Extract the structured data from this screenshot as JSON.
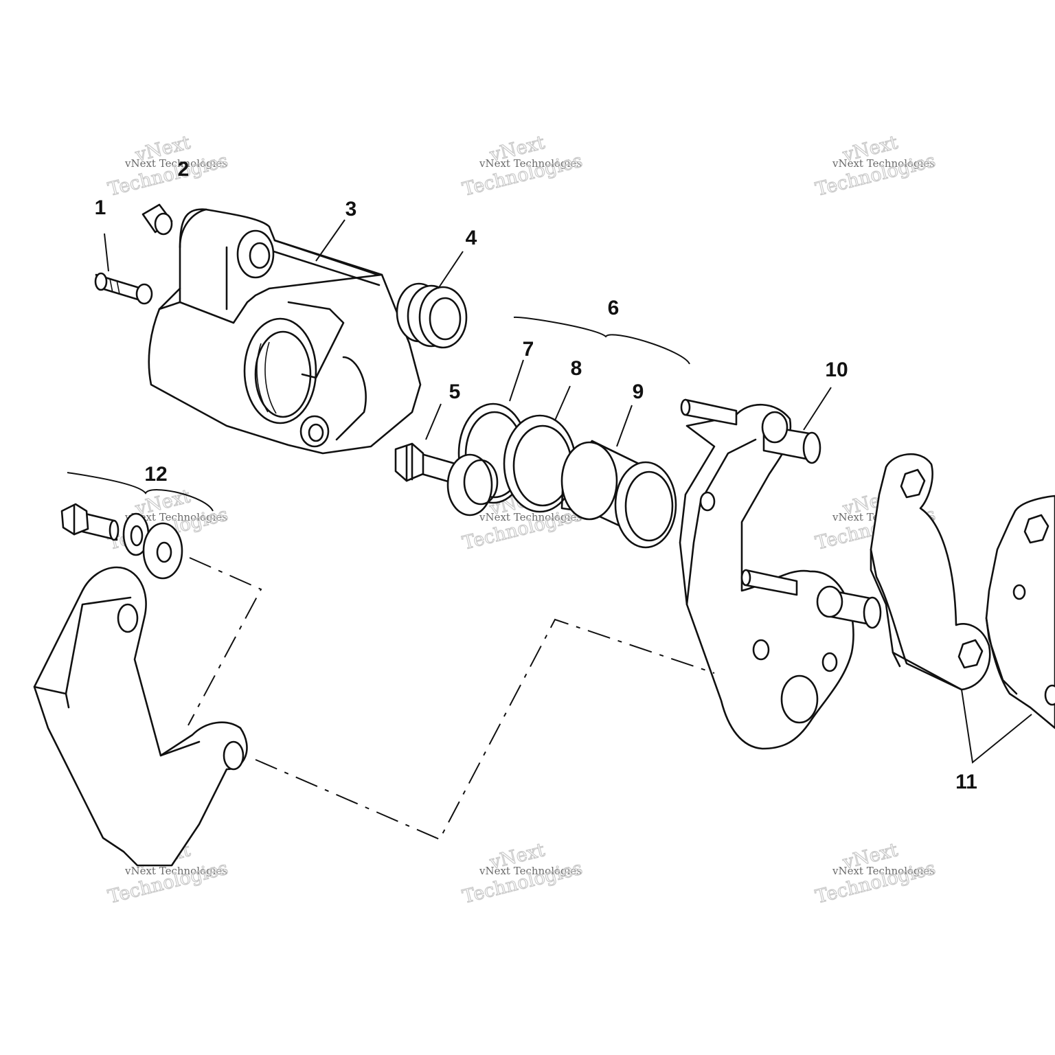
{
  "callouts": {
    "c1": "1",
    "c2": "2",
    "c3": "3",
    "c4": "4",
    "c5": "5",
    "c6": "6",
    "c7": "7",
    "c8": "8",
    "c9": "9",
    "c10": "10",
    "c11": "11",
    "c12": "12"
  },
  "watermark": {
    "line1": "vNext",
    "line2": "vNext Technologies",
    "line3": "Technologies"
  },
  "colors": {
    "line": "#111111",
    "watermark": "#c9c9c9",
    "background": "#ffffff"
  }
}
